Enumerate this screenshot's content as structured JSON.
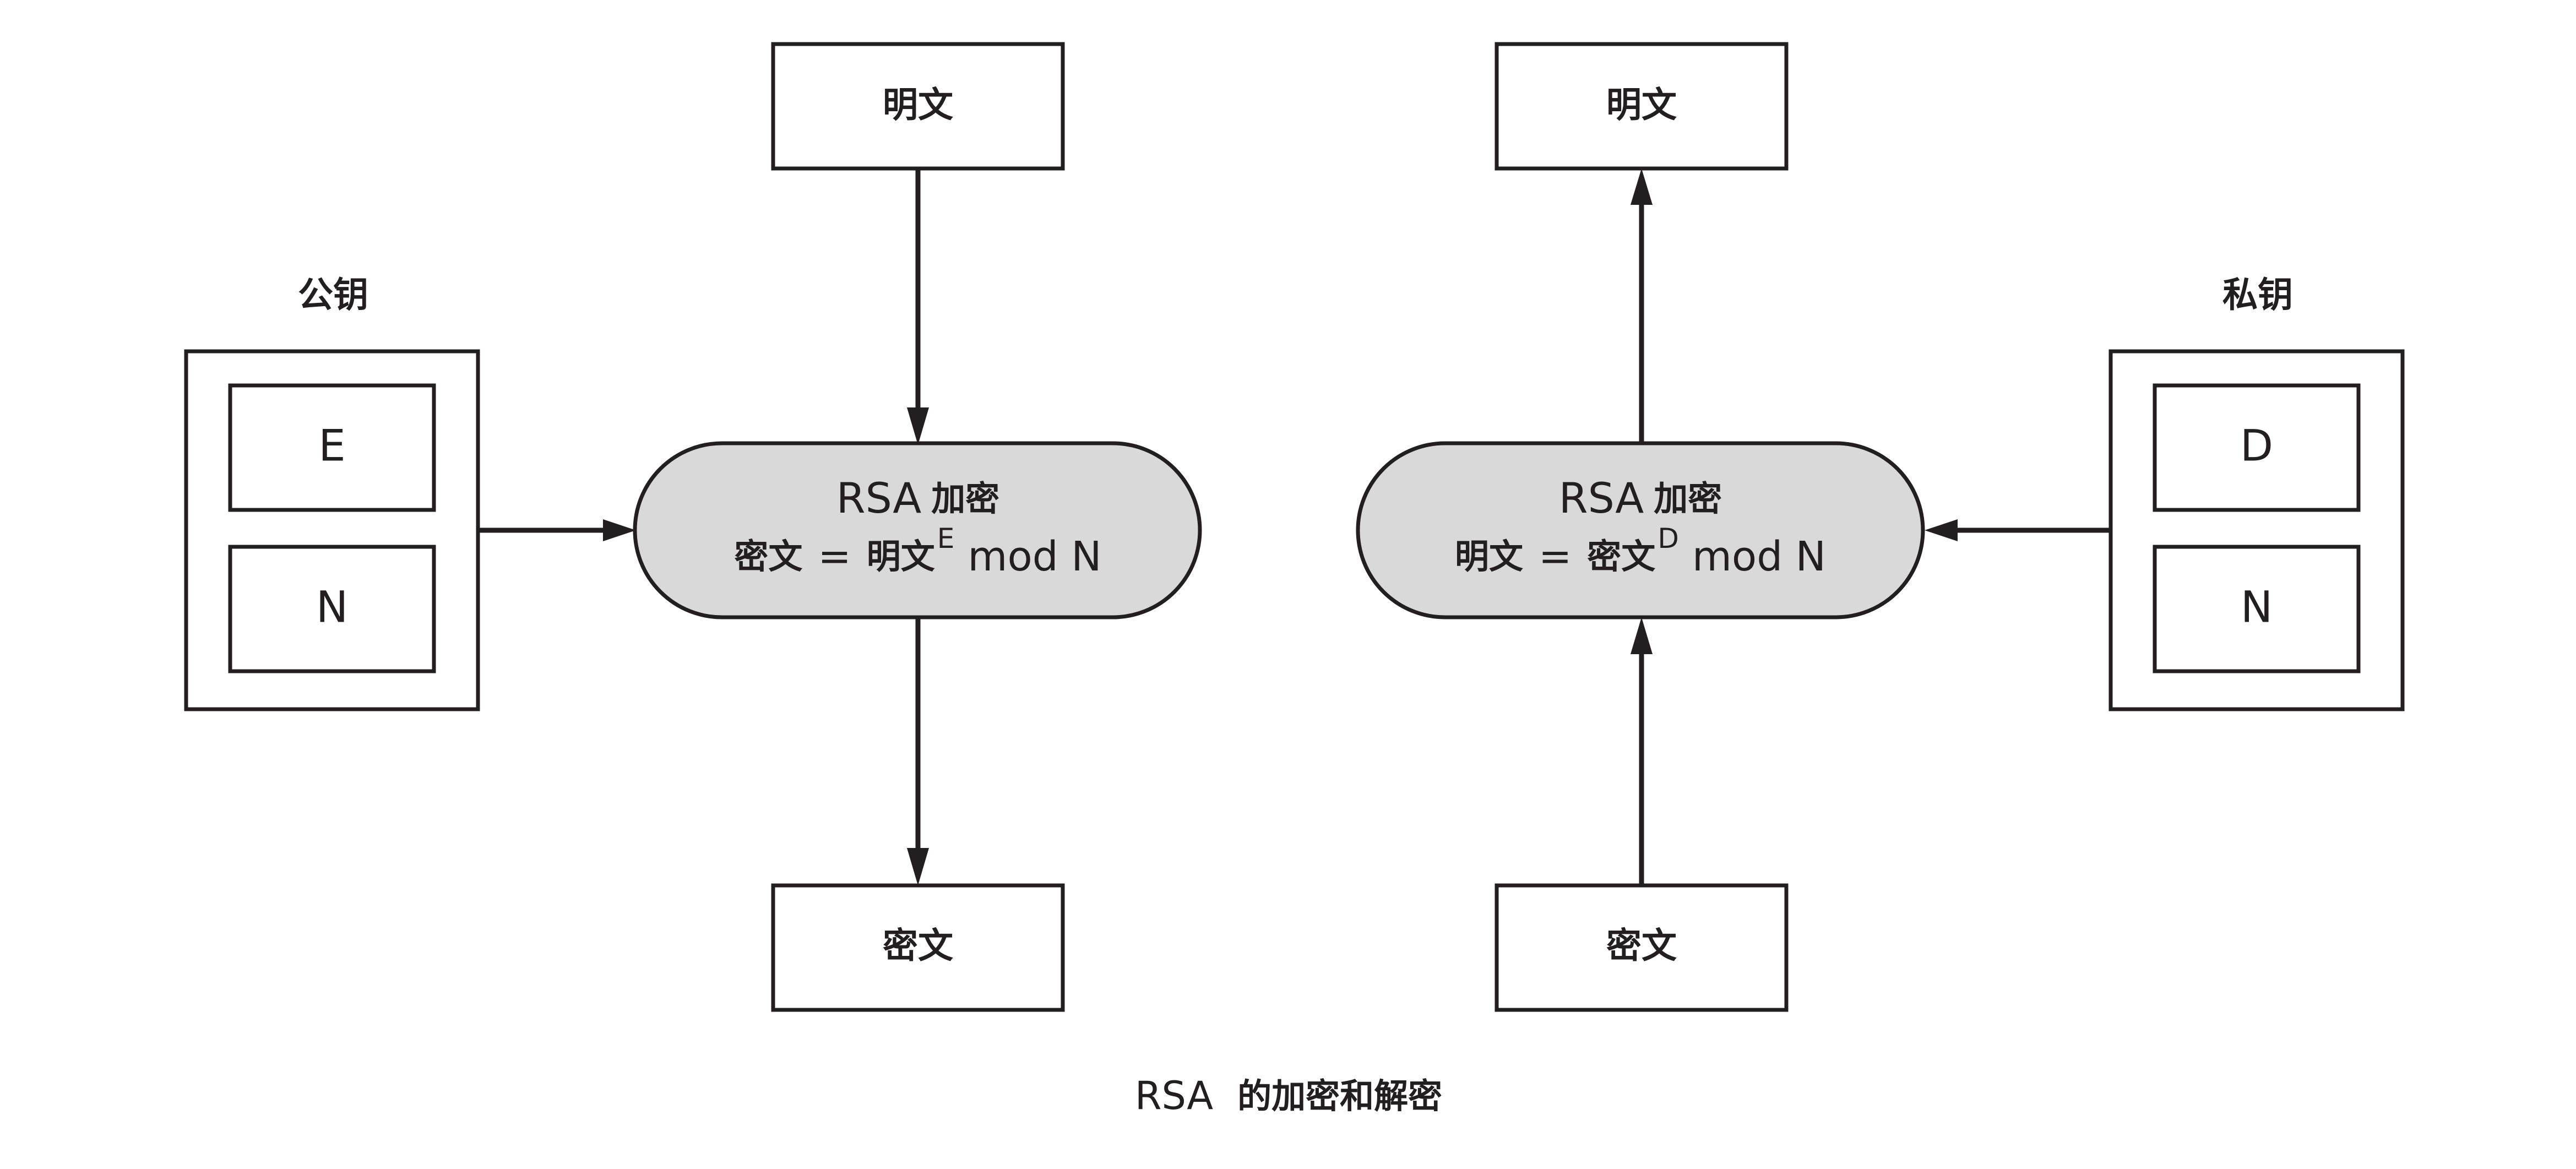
{
  "encrypt": {
    "plaintext_label": "明文",
    "ciphertext_label": "密文",
    "key_title": "公钥",
    "key_exponent": "E",
    "key_modulus": "N",
    "process_title_latin": "RSA",
    "process_title_cjk": "加密",
    "formula_lhs": "密文",
    "formula_eq": "=",
    "formula_base": "明文",
    "formula_exp": "E",
    "formula_rest": "mod N"
  },
  "decrypt": {
    "plaintext_label": "明文",
    "ciphertext_label": "密文",
    "key_title": "私钥",
    "key_exponent": "D",
    "key_modulus": "N",
    "process_title_latin": "RSA",
    "process_title_cjk": "加密",
    "formula_lhs": "明文",
    "formula_eq": "=",
    "formula_base": "密文",
    "formula_exp": "D",
    "formula_rest": "mod N"
  },
  "caption": {
    "latin": "RSA",
    "cjk": "的加密和解密"
  },
  "colors": {
    "stroke": "#231f20",
    "process_fill": "#d9d9d9",
    "background": "#ffffff"
  }
}
